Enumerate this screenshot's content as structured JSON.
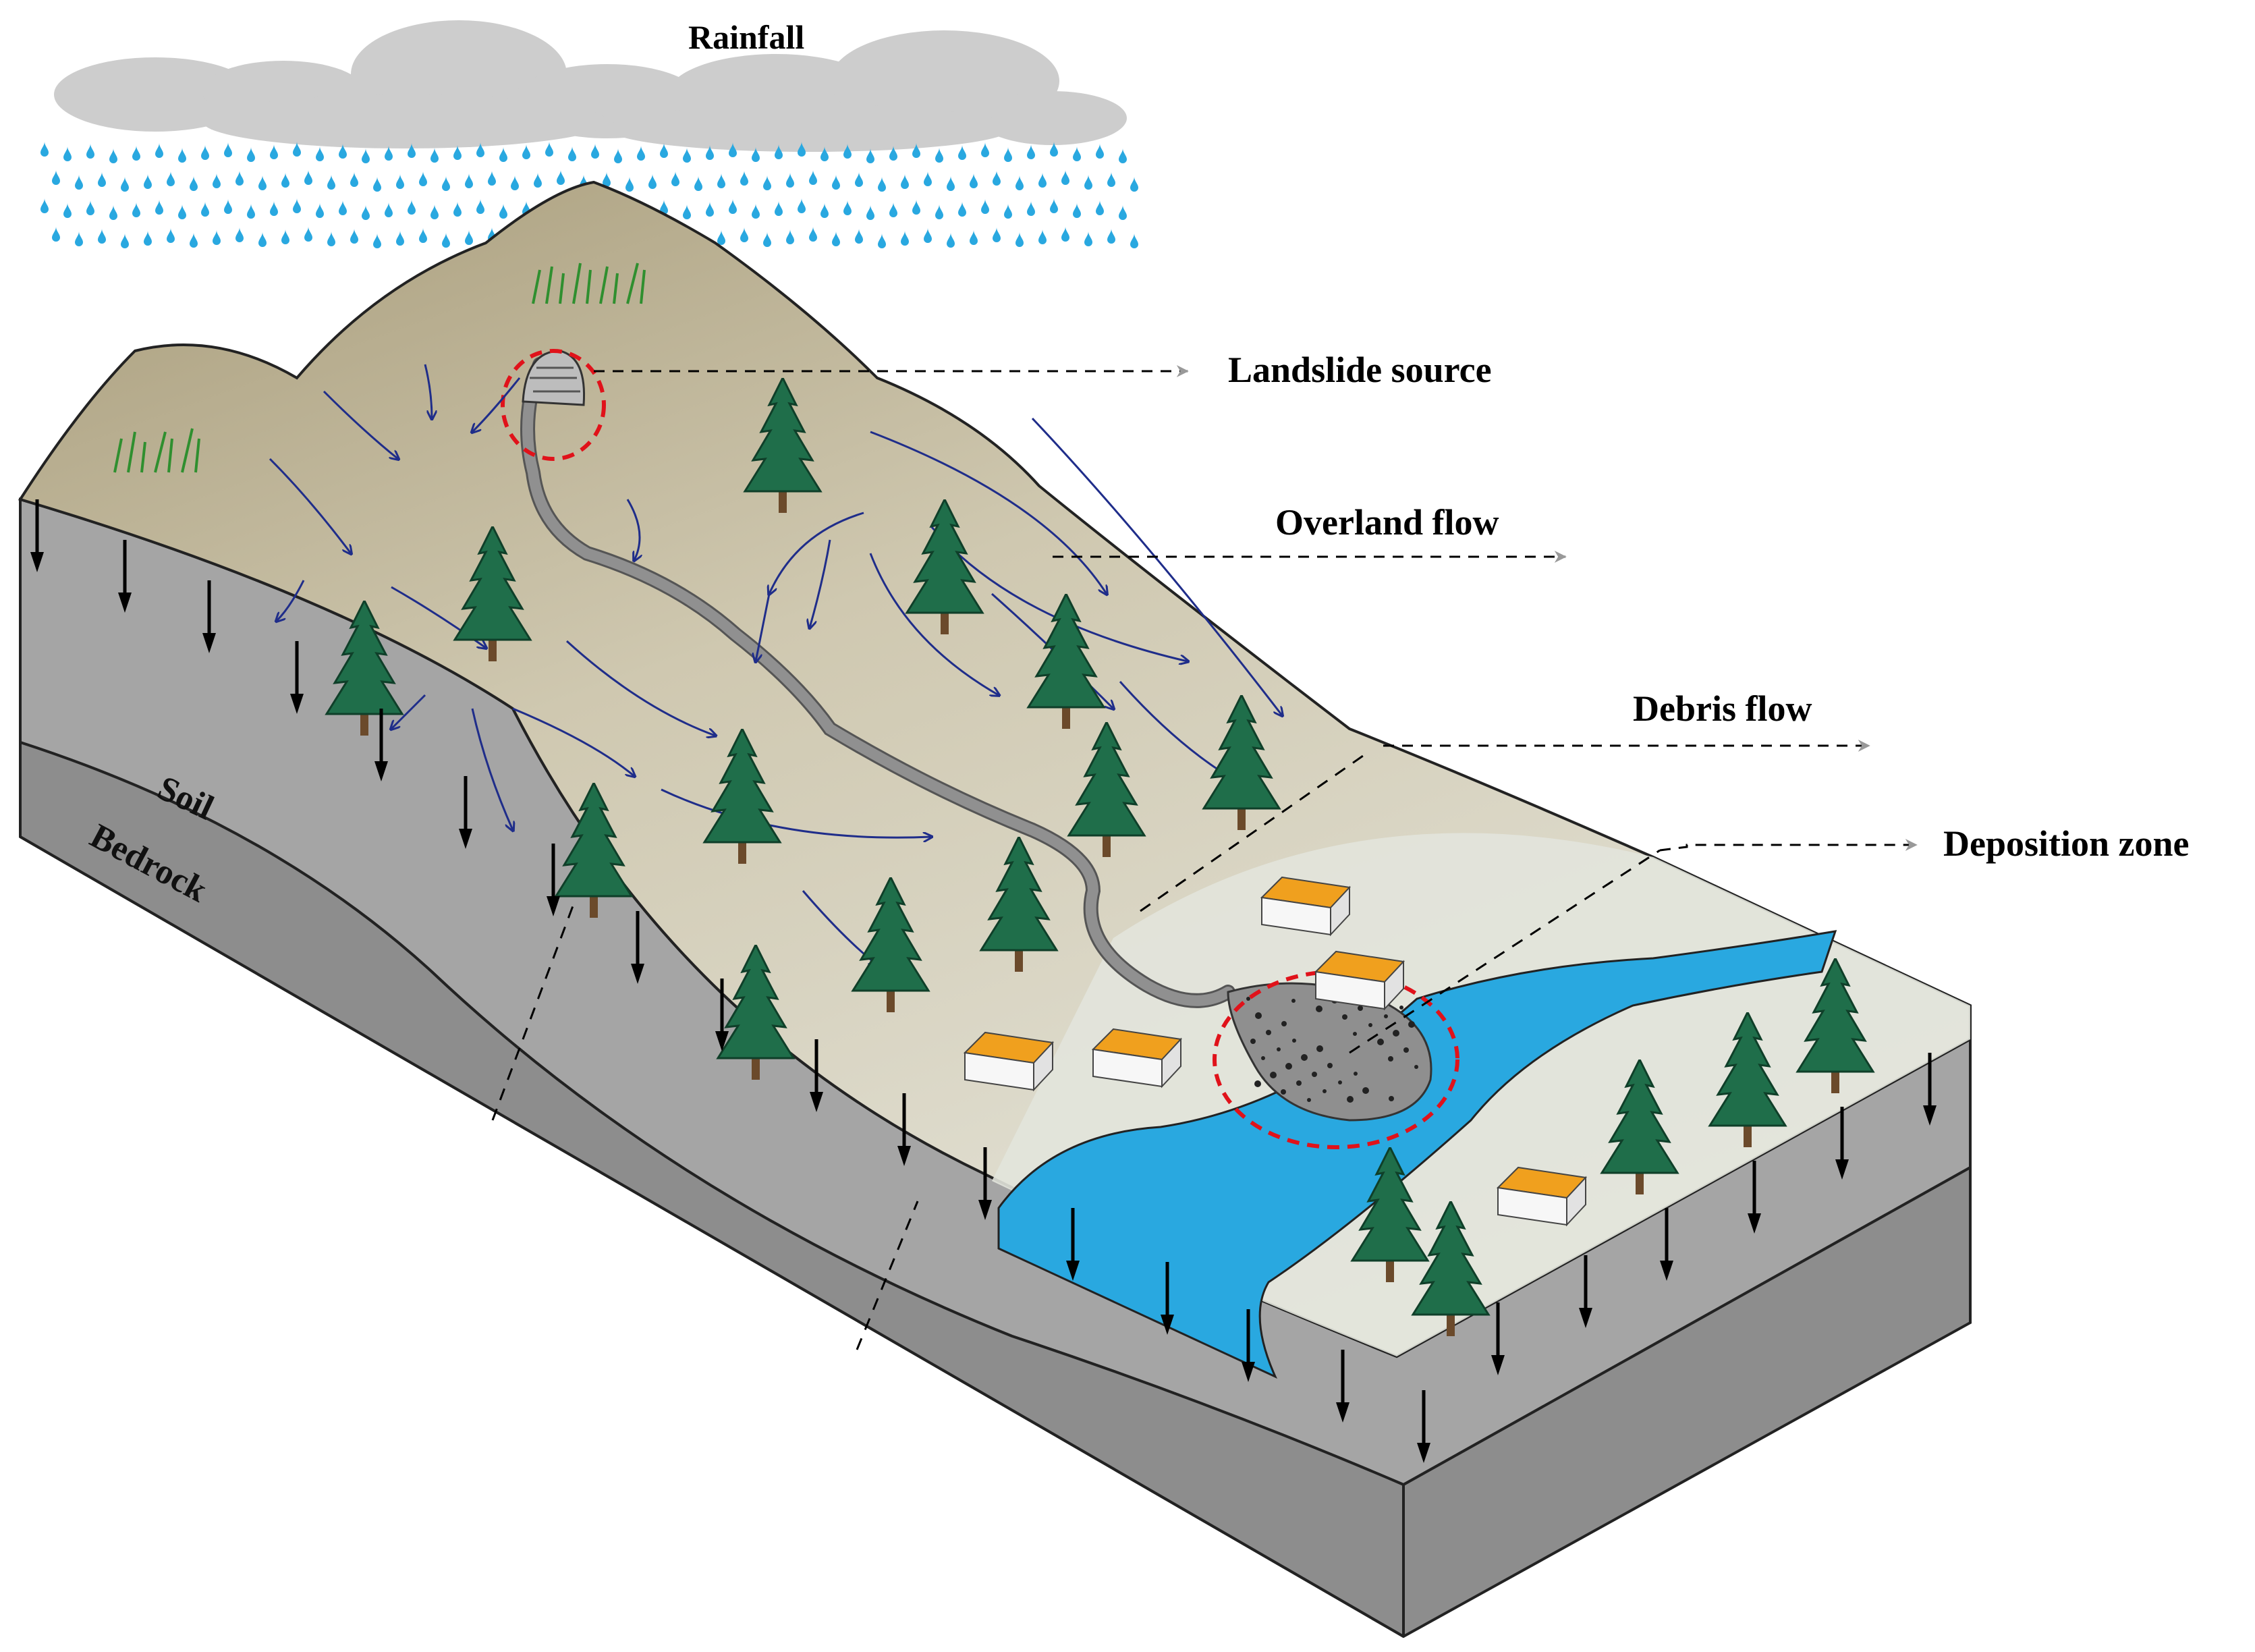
{
  "diagram": {
    "labels": {
      "rainfall": "Rainfall",
      "landslide_source": "Landslide source",
      "overland_flow": "Overland flow",
      "debris_flow": "Debris flow",
      "deposition_zone": "Deposition zone",
      "soil": "Soil",
      "bedrock": "Bedrock"
    },
    "colors": {
      "cloud": "#c9c9c9",
      "rain_drop": "#29a8e0",
      "hill_top": "#b3a98c",
      "hill_low": "#e6e4d8",
      "plain": "#e4e6e0",
      "soil_face": "#a3a3a3",
      "bedrock_face": "#8c8c8c",
      "river": "#29a8e0",
      "debris": "#8f8f8f",
      "roof": "#f0a01e",
      "tree": "#1f6e4a",
      "flow_arrow": "#1f2d8a",
      "highlight_circle": "#e0121a"
    },
    "icons": [
      "cloud-icon",
      "rain-drop-icon",
      "tree-icon",
      "house-icon",
      "grass-icon",
      "infiltration-arrow-icon"
    ]
  }
}
